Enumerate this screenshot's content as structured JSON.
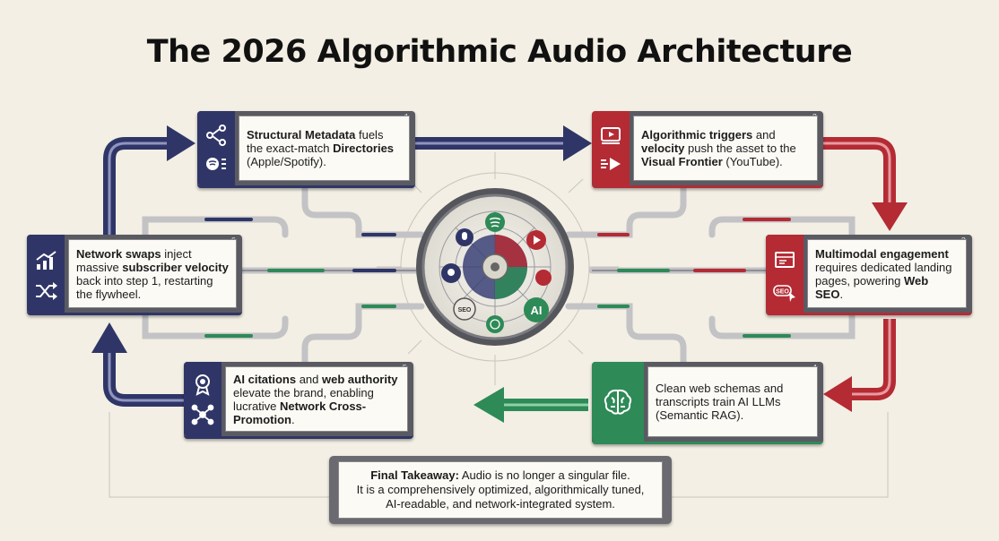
{
  "title": "The 2026 Algorithmic Audio Architecture",
  "colors": {
    "navy": "#2f3667",
    "red": "#b42b34",
    "green": "#2e8a57",
    "panel": "#5a5a62"
  },
  "steps": [
    {
      "number": "1",
      "bold1": "Structural Metadata",
      "text1": " fuels the exact-match ",
      "bold2": "Directories",
      "text2": " (Apple/Spotify).",
      "icons": [
        "share-tree-icon",
        "spotify-list-icon"
      ]
    },
    {
      "number": "2",
      "bold1": "Algorithmic triggers",
      "text1": " and ",
      "bold2": "velocity",
      "text2": " push the asset to the ",
      "bold3": "Visual Frontier",
      "text3": " (YouTube).",
      "icons": [
        "video-player-icon",
        "fast-forward-icon"
      ]
    },
    {
      "number": "3",
      "bold1": "Multimodal engagement",
      "text1": " requires dedicated landing pages, powering ",
      "bold2": "Web SEO",
      "text2": ".",
      "icons": [
        "browser-window-icon",
        "seo-cursor-icon"
      ]
    },
    {
      "number": "4",
      "text1": "Clean web schemas and transcripts train AI LLMs (Semantic RAG).",
      "icons": [
        "brain-circuit-icon"
      ]
    },
    {
      "number": "5",
      "bold1": "AI citations",
      "text1": " and ",
      "bold2": "web authority",
      "text2": " elevate the brand, enabling lucrative ",
      "bold3": "Network Cross-Promotion",
      "text3": ".",
      "icons": [
        "award-ribbon-icon",
        "network-nodes-icon"
      ]
    },
    {
      "number": "6",
      "bold1": "Network swaps",
      "text1": " inject massive ",
      "bold2": "subscriber velocity",
      "text2": " back into step 1, restarting the flywheel.",
      "icons": [
        "growth-chart-icon",
        "shuffle-icon"
      ]
    }
  ],
  "takeaway": {
    "bold": "Final Takeaway:",
    "line1": " Audio is no longer a singular file.",
    "line2": "It is a comprehensively optimized, algorithmically tuned,",
    "line3": "AI-readable, and network-integrated system."
  },
  "hub": {
    "ai_label": "AI",
    "seo_label": "SEO",
    "icons": [
      "spotify-icon",
      "youtube-icon",
      "apple-podcasts-icon",
      "ai-chip-icon",
      "seo-badge-icon",
      "web-globe-icon"
    ]
  }
}
